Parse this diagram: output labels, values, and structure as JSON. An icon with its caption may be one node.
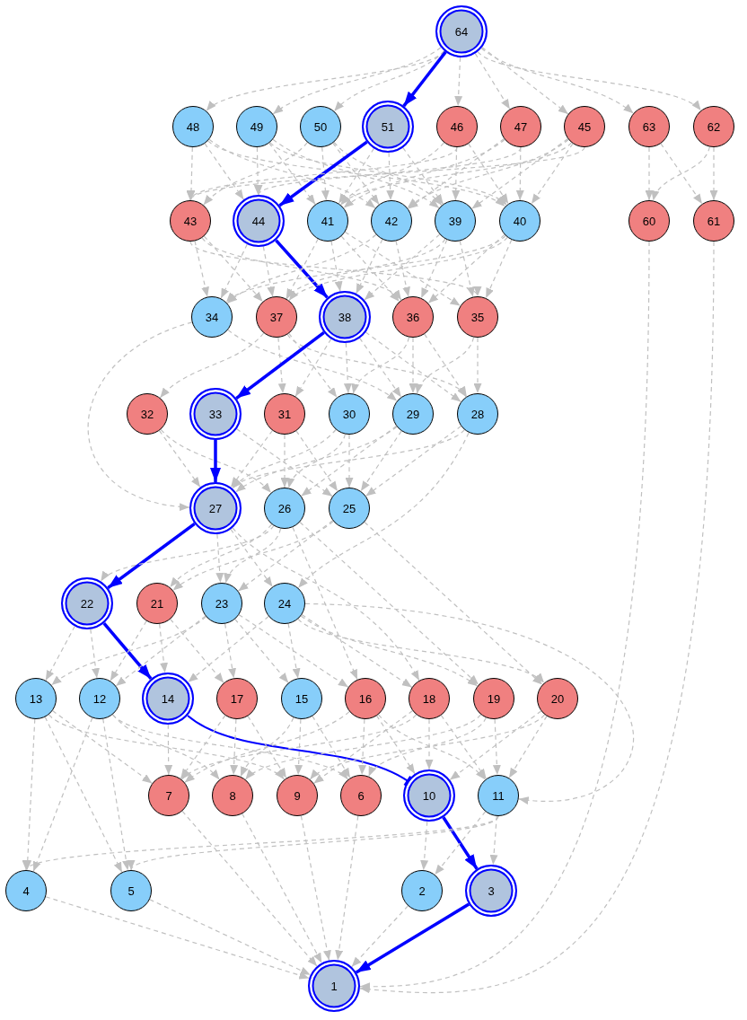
{
  "diagram": {
    "nodes": [
      {
        "text": [
          "64"
        ]
      },
      {
        "text": [
          "48"
        ]
      },
      {
        "text": [
          "49"
        ]
      },
      {
        "text": [
          "50"
        ]
      },
      {
        "text": [
          "51"
        ]
      },
      {
        "text": [
          "46"
        ]
      },
      {
        "text": [
          "47"
        ]
      },
      {
        "text": [
          "45"
        ]
      },
      {
        "text": [
          "63"
        ]
      },
      {
        "text": [
          "62"
        ]
      },
      {
        "text": [
          "43"
        ]
      },
      {
        "text": [
          "44"
        ]
      },
      {
        "text": [
          "41"
        ]
      },
      {
        "text": [
          "42"
        ]
      },
      {
        "text": [
          "39"
        ]
      },
      {
        "text": [
          "40"
        ]
      },
      {
        "text": [
          "60"
        ]
      },
      {
        "text": [
          "61"
        ]
      },
      {
        "text": [
          "34"
        ]
      },
      {
        "text": [
          "37"
        ]
      },
      {
        "text": [
          "38"
        ]
      },
      {
        "text": [
          "36"
        ]
      },
      {
        "text": [
          "35"
        ]
      },
      {
        "text": [
          "32"
        ]
      },
      {
        "text": [
          "33"
        ]
      },
      {
        "text": [
          "31"
        ]
      },
      {
        "text": [
          "30"
        ]
      },
      {
        "text": [
          "29"
        ]
      },
      {
        "text": [
          "28"
        ]
      },
      {
        "text": [
          "27"
        ]
      },
      {
        "text": [
          "26"
        ]
      },
      {
        "text": [
          "25"
        ]
      },
      {
        "text": [
          "22"
        ]
      },
      {
        "text": [
          "21"
        ]
      },
      {
        "text": [
          "23"
        ]
      },
      {
        "text": [
          "24"
        ]
      },
      {
        "text": [
          "13"
        ]
      },
      {
        "text": [
          "12"
        ]
      },
      {
        "text": [
          "14"
        ]
      },
      {
        "text": [
          "17"
        ]
      },
      {
        "text": [
          "15"
        ]
      },
      {
        "text": [
          "16"
        ]
      },
      {
        "text": [
          "18"
        ]
      },
      {
        "text": [
          "19"
        ]
      },
      {
        "text": [
          "20"
        ]
      },
      {
        "text": [
          "7"
        ]
      },
      {
        "text": [
          "8"
        ]
      },
      {
        "text": [
          "9"
        ]
      },
      {
        "text": [
          "6"
        ]
      },
      {
        "text": [
          "10"
        ]
      },
      {
        "text": [
          "11"
        ]
      },
      {
        "text": [
          "4"
        ]
      },
      {
        "text": [
          "5"
        ]
      },
      {
        "text": [
          "2"
        ]
      },
      {
        "text": [
          "3"
        ]
      },
      {
        "text": [
          "1"
        ]
      }
    ],
    "edges": [
      {
        "from": 0,
        "to": 1,
        "arrow": "to",
        "style": "dashed"
      },
      {
        "from": 0,
        "to": 2,
        "arrow": "to",
        "style": "dashed"
      },
      {
        "from": 0,
        "to": 3,
        "arrow": "to",
        "style": "dashed"
      },
      {
        "from": 0,
        "to": 4,
        "arrow": "to",
        "style": "thick",
        "color": "#0000ff"
      },
      {
        "from": 0,
        "to": 5,
        "arrow": "to",
        "style": "dashed"
      },
      {
        "from": 0,
        "to": 6,
        "arrow": "to",
        "style": "dashed"
      },
      {
        "from": 0,
        "to": 7,
        "arrow": "to",
        "style": "dashed"
      },
      {
        "from": 0,
        "to": 8,
        "arrow": "to",
        "style": "dashed"
      },
      {
        "from": 0,
        "to": 9,
        "arrow": "to",
        "style": "dashed"
      },
      {
        "from": 1,
        "to": 10,
        "arrow": "to",
        "style": "dashed"
      },
      {
        "from": 1,
        "to": 11,
        "arrow": "to",
        "style": "dashed"
      },
      {
        "from": 1,
        "to": 13,
        "arrow": "to",
        "style": "dashed"
      },
      {
        "from": 1,
        "to": 15,
        "arrow": "to",
        "style": "dashed"
      },
      {
        "from": 2,
        "to": 11,
        "arrow": "to",
        "style": "dashed"
      },
      {
        "from": 2,
        "to": 12,
        "arrow": "to",
        "style": "dashed"
      },
      {
        "from": 2,
        "to": 14,
        "arrow": "to",
        "style": "dashed"
      },
      {
        "from": 2,
        "to": 15,
        "arrow": "to",
        "style": "dashed"
      },
      {
        "from": 3,
        "to": 10,
        "arrow": "to",
        "style": "dashed"
      },
      {
        "from": 3,
        "to": 12,
        "arrow": "to",
        "style": "dashed"
      },
      {
        "from": 3,
        "to": 13,
        "arrow": "to",
        "style": "dashed"
      },
      {
        "from": 3,
        "to": 14,
        "arrow": "to",
        "style": "dashed"
      },
      {
        "from": 4,
        "to": 11,
        "arrow": "to",
        "style": "thick",
        "color": "#0000ff"
      },
      {
        "from": 4,
        "to": 12,
        "arrow": "to",
        "style": "dashed"
      },
      {
        "from": 4,
        "to": 13,
        "arrow": "to",
        "style": "dashed"
      },
      {
        "from": 4,
        "to": 14,
        "arrow": "to",
        "style": "dashed"
      },
      {
        "from": 5,
        "to": 10,
        "arrow": "to",
        "style": "dashed"
      },
      {
        "from": 5,
        "to": 12,
        "arrow": "to",
        "style": "dashed"
      },
      {
        "from": 5,
        "to": 14,
        "arrow": "to",
        "style": "dashed"
      },
      {
        "from": 5,
        "to": 15,
        "arrow": "to",
        "style": "dashed"
      },
      {
        "from": 6,
        "to": 11,
        "arrow": "to",
        "style": "dashed"
      },
      {
        "from": 6,
        "to": 13,
        "arrow": "to",
        "style": "dashed"
      },
      {
        "from": 6,
        "to": 12,
        "arrow": "to",
        "style": "dashed"
      },
      {
        "from": 6,
        "to": 15,
        "arrow": "to",
        "style": "dashed"
      },
      {
        "from": 7,
        "to": 10,
        "arrow": "to",
        "style": "dashed"
      },
      {
        "from": 7,
        "to": 12,
        "arrow": "to",
        "style": "dashed"
      },
      {
        "from": 7,
        "to": 13,
        "arrow": "to",
        "style": "dashed"
      },
      {
        "from": 7,
        "to": 14,
        "arrow": "to",
        "style": "dashed"
      },
      {
        "from": 7,
        "to": 15,
        "arrow": "to",
        "style": "dashed"
      },
      {
        "from": 8,
        "to": 16,
        "arrow": "to",
        "style": "dashed"
      },
      {
        "from": 8,
        "to": 17,
        "arrow": "to",
        "style": "dashed"
      },
      {
        "from": 9,
        "to": 16,
        "arrow": "to",
        "style": "dashed"
      },
      {
        "from": 9,
        "to": 17,
        "arrow": "to",
        "style": "dashed"
      },
      {
        "from": 10,
        "to": 18,
        "arrow": "to",
        "style": "dashed"
      },
      {
        "from": 10,
        "to": 19,
        "arrow": "to",
        "style": "dashed"
      },
      {
        "from": 10,
        "to": 21,
        "arrow": "to",
        "style": "dashed"
      },
      {
        "from": 10,
        "to": 22,
        "arrow": "to",
        "style": "dashed"
      },
      {
        "from": 11,
        "to": 20,
        "arrow": "to",
        "style": "thick",
        "color": "#0000ff"
      },
      {
        "from": 11,
        "to": 18,
        "arrow": "to",
        "style": "dashed"
      },
      {
        "from": 11,
        "to": 19,
        "arrow": "to",
        "style": "dashed"
      },
      {
        "from": 12,
        "to": 19,
        "arrow": "to",
        "style": "dashed"
      },
      {
        "from": 12,
        "to": 20,
        "arrow": "to",
        "style": "dashed"
      },
      {
        "from": 12,
        "to": 21,
        "arrow": "to",
        "style": "dashed"
      },
      {
        "from": 12,
        "to": 22,
        "arrow": "to",
        "style": "dashed"
      },
      {
        "from": 13,
        "to": 18,
        "arrow": "to",
        "style": "dashed"
      },
      {
        "from": 13,
        "to": 20,
        "arrow": "to",
        "style": "dashed"
      },
      {
        "from": 13,
        "to": 21,
        "arrow": "to",
        "style": "dashed"
      },
      {
        "from": 14,
        "to": 19,
        "arrow": "to",
        "style": "dashed"
      },
      {
        "from": 14,
        "to": 20,
        "arrow": "to",
        "style": "dashed"
      },
      {
        "from": 14,
        "to": 22,
        "arrow": "to",
        "style": "dashed"
      },
      {
        "from": 14,
        "to": 21,
        "arrow": "to",
        "style": "dashed"
      },
      {
        "from": 15,
        "to": 18,
        "arrow": "to",
        "style": "dashed"
      },
      {
        "from": 15,
        "to": 19,
        "arrow": "to",
        "style": "dashed"
      },
      {
        "from": 15,
        "to": 21,
        "arrow": "to",
        "style": "dashed"
      },
      {
        "from": 15,
        "to": 22,
        "arrow": "to",
        "style": "dashed"
      },
      {
        "from": 16,
        "to": 55,
        "arrow": "to",
        "style": "dashed"
      },
      {
        "from": 17,
        "to": 55,
        "arrow": "to",
        "style": "dashed"
      },
      {
        "from": 18,
        "to": 29,
        "arrow": "to",
        "style": "dashed"
      },
      {
        "from": 18,
        "to": 27,
        "arrow": "to",
        "style": "dashed"
      },
      {
        "from": 19,
        "to": 23,
        "arrow": "to",
        "style": "dashed"
      },
      {
        "from": 19,
        "to": 25,
        "arrow": "to",
        "style": "dashed"
      },
      {
        "from": 19,
        "to": 26,
        "arrow": "to",
        "style": "dashed"
      },
      {
        "from": 19,
        "to": 28,
        "arrow": "to",
        "style": "dashed"
      },
      {
        "from": 20,
        "to": 24,
        "arrow": "to",
        "style": "thick",
        "color": "#0000ff"
      },
      {
        "from": 20,
        "to": 26,
        "arrow": "to",
        "style": "dashed"
      },
      {
        "from": 20,
        "to": 27,
        "arrow": "to",
        "style": "dashed"
      },
      {
        "from": 20,
        "to": 28,
        "arrow": "to",
        "style": "dashed"
      },
      {
        "from": 20,
        "to": 25,
        "arrow": "to",
        "style": "dashed"
      },
      {
        "from": 21,
        "to": 26,
        "arrow": "to",
        "style": "dashed"
      },
      {
        "from": 21,
        "to": 27,
        "arrow": "to",
        "style": "dashed"
      },
      {
        "from": 21,
        "to": 28,
        "arrow": "to",
        "style": "dashed"
      },
      {
        "from": 22,
        "to": 27,
        "arrow": "to",
        "style": "dashed"
      },
      {
        "from": 22,
        "to": 28,
        "arrow": "to",
        "style": "dashed"
      },
      {
        "from": 23,
        "to": 29,
        "arrow": "to",
        "style": "dashed"
      },
      {
        "from": 23,
        "to": 30,
        "arrow": "to",
        "style": "dashed"
      },
      {
        "from": 24,
        "to": 29,
        "arrow": "to",
        "style": "thick",
        "color": "#0000ff"
      },
      {
        "from": 24,
        "to": 31,
        "arrow": "to",
        "style": "dashed"
      },
      {
        "from": 25,
        "to": 29,
        "arrow": "to",
        "style": "dashed"
      },
      {
        "from": 25,
        "to": 30,
        "arrow": "to",
        "style": "dashed"
      },
      {
        "from": 25,
        "to": 31,
        "arrow": "to",
        "style": "dashed"
      },
      {
        "from": 26,
        "to": 29,
        "arrow": "to",
        "style": "dashed"
      },
      {
        "from": 26,
        "to": 30,
        "arrow": "to",
        "style": "dashed"
      },
      {
        "from": 26,
        "to": 31,
        "arrow": "to",
        "style": "dashed"
      },
      {
        "from": 27,
        "to": 29,
        "arrow": "to",
        "style": "dashed"
      },
      {
        "from": 27,
        "to": 30,
        "arrow": "to",
        "style": "dashed"
      },
      {
        "from": 27,
        "to": 31,
        "arrow": "to",
        "style": "dashed"
      },
      {
        "from": 28,
        "to": 29,
        "arrow": "to",
        "style": "dashed"
      },
      {
        "from": 28,
        "to": 31,
        "arrow": "to",
        "style": "dashed"
      },
      {
        "from": 28,
        "to": 35,
        "arrow": "to",
        "style": "dashed"
      },
      {
        "from": 29,
        "to": 32,
        "arrow": "to",
        "style": "thick",
        "color": "#0000ff"
      },
      {
        "from": 29,
        "to": 34,
        "arrow": "to",
        "style": "dashed"
      },
      {
        "from": 29,
        "to": 35,
        "arrow": "to",
        "style": "dashed"
      },
      {
        "from": 29,
        "to": 42,
        "arrow": "to",
        "style": "dashed"
      },
      {
        "from": 30,
        "to": 33,
        "arrow": "to",
        "style": "dashed"
      },
      {
        "from": 30,
        "to": 32,
        "arrow": "to",
        "style": "dashed"
      },
      {
        "from": 30,
        "to": 34,
        "arrow": "to",
        "style": "dashed"
      },
      {
        "from": 30,
        "to": 43,
        "arrow": "to",
        "style": "dashed"
      },
      {
        "from": 30,
        "to": 41,
        "arrow": "to",
        "style": "dashed"
      },
      {
        "from": 31,
        "to": 33,
        "arrow": "to",
        "style": "dashed"
      },
      {
        "from": 31,
        "to": 34,
        "arrow": "to",
        "style": "dashed"
      },
      {
        "from": 31,
        "to": 44,
        "arrow": "to",
        "style": "dashed"
      },
      {
        "from": 32,
        "to": 38,
        "arrow": "to",
        "style": "thick",
        "color": "#0000ff"
      },
      {
        "from": 32,
        "to": 36,
        "arrow": "to",
        "style": "dashed"
      },
      {
        "from": 32,
        "to": 37,
        "arrow": "to",
        "style": "dashed"
      },
      {
        "from": 33,
        "to": 37,
        "arrow": "to",
        "style": "dashed"
      },
      {
        "from": 33,
        "to": 38,
        "arrow": "to",
        "style": "dashed"
      },
      {
        "from": 33,
        "to": 39,
        "arrow": "to",
        "style": "dashed"
      },
      {
        "from": 34,
        "to": 36,
        "arrow": "to",
        "style": "dashed"
      },
      {
        "from": 34,
        "to": 37,
        "arrow": "to",
        "style": "dashed"
      },
      {
        "from": 34,
        "to": 39,
        "arrow": "to",
        "style": "dashed"
      },
      {
        "from": 34,
        "to": 40,
        "arrow": "to",
        "style": "dashed"
      },
      {
        "from": 34,
        "to": 41,
        "arrow": "to",
        "style": "dashed"
      },
      {
        "from": 35,
        "to": 38,
        "arrow": "to",
        "style": "dashed"
      },
      {
        "from": 35,
        "to": 40,
        "arrow": "to",
        "style": "dashed"
      },
      {
        "from": 35,
        "to": 42,
        "arrow": "to",
        "style": "dashed"
      },
      {
        "from": 35,
        "to": 43,
        "arrow": "to",
        "style": "dashed"
      },
      {
        "from": 35,
        "to": 44,
        "arrow": "to",
        "style": "dashed"
      },
      {
        "from": 35,
        "to": 50,
        "arrow": "to",
        "style": "dashed"
      },
      {
        "from": 36,
        "to": 51,
        "arrow": "to",
        "style": "dashed"
      },
      {
        "from": 36,
        "to": 52,
        "arrow": "to",
        "style": "dashed"
      },
      {
        "from": 36,
        "to": 45,
        "arrow": "to",
        "style": "dashed"
      },
      {
        "from": 36,
        "to": 47,
        "arrow": "to",
        "style": "dashed"
      },
      {
        "from": 37,
        "to": 51,
        "arrow": "to",
        "style": "dashed"
      },
      {
        "from": 37,
        "to": 52,
        "arrow": "to",
        "style": "dashed"
      },
      {
        "from": 37,
        "to": 46,
        "arrow": "to",
        "style": "dashed"
      },
      {
        "from": 37,
        "to": 48,
        "arrow": "to",
        "style": "dashed"
      },
      {
        "from": 38,
        "to": 49,
        "arrow": "other",
        "color": "#0000ff"
      },
      {
        "from": 38,
        "to": 45,
        "arrow": "to",
        "style": "dashed"
      },
      {
        "from": 39,
        "to": 45,
        "arrow": "to",
        "style": "dashed"
      },
      {
        "from": 39,
        "to": 46,
        "arrow": "to",
        "style": "dashed"
      },
      {
        "from": 39,
        "to": 47,
        "arrow": "to",
        "style": "dashed"
      },
      {
        "from": 40,
        "to": 46,
        "arrow": "to",
        "style": "dashed"
      },
      {
        "from": 40,
        "to": 47,
        "arrow": "to",
        "style": "dashed"
      },
      {
        "from": 40,
        "to": 48,
        "arrow": "to",
        "style": "dashed"
      },
      {
        "from": 41,
        "to": 45,
        "arrow": "to",
        "style": "dashed"
      },
      {
        "from": 41,
        "to": 48,
        "arrow": "to",
        "style": "dashed"
      },
      {
        "from": 41,
        "to": 49,
        "arrow": "to",
        "style": "dashed"
      },
      {
        "from": 41,
        "to": 50,
        "arrow": "to",
        "style": "dashed"
      },
      {
        "from": 42,
        "to": 45,
        "arrow": "to",
        "style": "dashed"
      },
      {
        "from": 42,
        "to": 47,
        "arrow": "to",
        "style": "dashed"
      },
      {
        "from": 42,
        "to": 49,
        "arrow": "to",
        "style": "dashed"
      },
      {
        "from": 42,
        "to": 50,
        "arrow": "to",
        "style": "dashed"
      },
      {
        "from": 43,
        "to": 46,
        "arrow": "to",
        "style": "dashed"
      },
      {
        "from": 43,
        "to": 48,
        "arrow": "to",
        "style": "dashed"
      },
      {
        "from": 43,
        "to": 50,
        "arrow": "to",
        "style": "dashed"
      },
      {
        "from": 44,
        "to": 47,
        "arrow": "to",
        "style": "dashed"
      },
      {
        "from": 44,
        "to": 49,
        "arrow": "to",
        "style": "dashed"
      },
      {
        "from": 44,
        "to": 50,
        "arrow": "to",
        "style": "dashed"
      },
      {
        "from": 45,
        "to": 55,
        "arrow": "to",
        "style": "dashed"
      },
      {
        "from": 46,
        "to": 55,
        "arrow": "to",
        "style": "dashed"
      },
      {
        "from": 47,
        "to": 55,
        "arrow": "to",
        "style": "dashed"
      },
      {
        "from": 48,
        "to": 55,
        "arrow": "to",
        "style": "dashed"
      },
      {
        "from": 49,
        "to": 53,
        "arrow": "to",
        "style": "dashed"
      },
      {
        "from": 49,
        "to": 54,
        "arrow": "to",
        "style": "thick",
        "color": "#0000ff"
      },
      {
        "from": 50,
        "to": 51,
        "arrow": "to",
        "style": "dashed"
      },
      {
        "from": 50,
        "to": 52,
        "arrow": "to",
        "style": "dashed"
      },
      {
        "from": 50,
        "to": 53,
        "arrow": "to",
        "style": "dashed"
      },
      {
        "from": 50,
        "to": 54,
        "arrow": "to",
        "style": "dashed"
      },
      {
        "from": 51,
        "to": 55,
        "arrow": "to",
        "style": "dashed"
      },
      {
        "from": 52,
        "to": 55,
        "arrow": "to",
        "style": "dashed"
      },
      {
        "from": 53,
        "to": 55,
        "arrow": "to",
        "style": "dashed"
      },
      {
        "from": 54,
        "to": 55,
        "arrow": "to",
        "style": "thick",
        "color": "#0000ff"
      }
    ]
  }
}
